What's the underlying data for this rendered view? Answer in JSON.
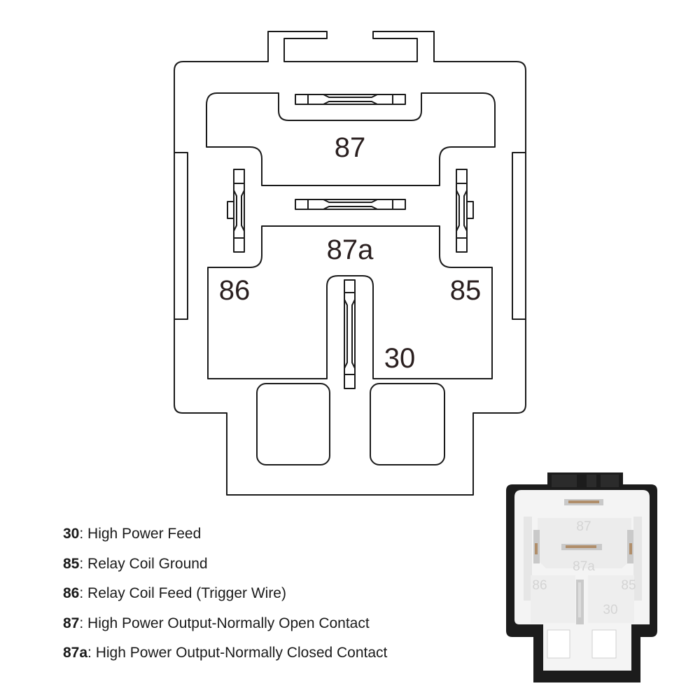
{
  "diagram": {
    "pin_labels": {
      "p87": "87",
      "p87a": "87a",
      "p86": "86",
      "p85": "85",
      "p30": "30"
    }
  },
  "photo": {
    "labels": {
      "p87": "87",
      "p87a": "87a",
      "p86": "86",
      "p85": "85",
      "p30": "30"
    }
  },
  "legend": [
    {
      "pin": "30",
      "desc": ": High Power Feed"
    },
    {
      "pin": "85",
      "desc": ": Relay Coil Ground"
    },
    {
      "pin": "86",
      "desc": ": Relay Coil Feed (Trigger Wire)"
    },
    {
      "pin": "87",
      "desc": ": High Power Output-Normally Open Contact"
    },
    {
      "pin": "87a",
      "desc": ": High Power Output-Normally Closed Contact"
    }
  ],
  "colors": {
    "outline": "#1a1a1a",
    "label": "#2a1f1f",
    "photo_housing": "#1c1c1c",
    "photo_face": "#f4f4f4",
    "photo_terminal": "#c9c9c9"
  }
}
